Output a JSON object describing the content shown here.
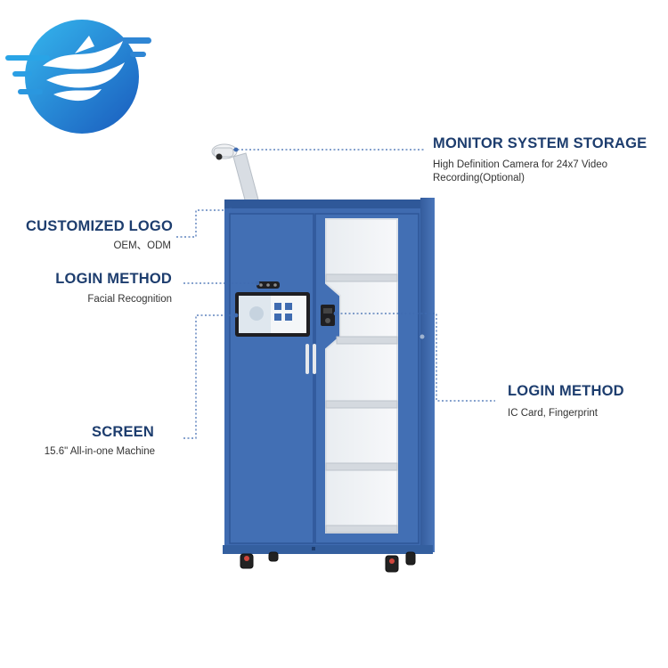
{
  "colors": {
    "heading": "#1d3d6e",
    "cabinet": "#3f6bb0",
    "leader_line": "#3f6bb0",
    "logo_gradient": [
      "#2aa3e8",
      "#1a5fc0"
    ]
  },
  "logo": {
    "icon": "brand-logo-circle-with-wave-emblem"
  },
  "callouts": {
    "monitor": {
      "title": "MONITOR SYSTEM STORAGE",
      "line1": "High Definition Camera for 24x7 Video",
      "line2": "Recording(Optional)"
    },
    "custom_logo": {
      "title": "CUSTOMIZED LOGO",
      "desc": "OEM、ODM"
    },
    "login_face": {
      "title": "LOGIN METHOD",
      "desc": "Facial Recognition"
    },
    "login_card": {
      "title": "LOGIN METHOD",
      "desc": "IC Card, Fingerprint"
    },
    "screen": {
      "title": "SCREEN",
      "desc": "15.6\" All-in-one Machine"
    }
  },
  "product": {
    "icon": "smart-storage-cabinet-illustration"
  }
}
